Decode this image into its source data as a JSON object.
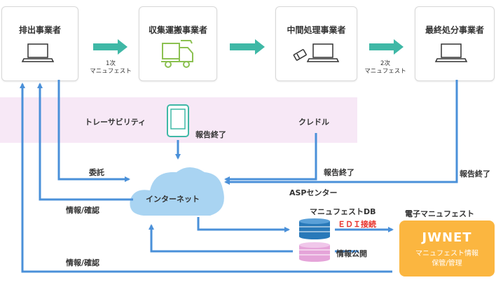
{
  "actors": {
    "emitter": "排出事業者",
    "collector": "収集運搬事業者",
    "intermediate": "中間処理事業者",
    "final": "最終処分事業者"
  },
  "flow_labels": {
    "first_manifest": "1次\nマニュフェスト",
    "second_manifest": "2次\nマニュフェスト"
  },
  "traceability": "トレーサビリティ",
  "credle": "クレドル",
  "labels": {
    "report_done_1": "報告終了",
    "report_done_2": "報告終了",
    "report_done_3": "報告終了",
    "entrust": "委託",
    "info_confirm_1": "情報/確認",
    "info_confirm_2": "情報/確認",
    "internet": "インターネット",
    "asp_center": "ASPセンター",
    "manifest_db": "マニュフェストDB",
    "edi": "ＥＤＩ接続",
    "info_public": "情報公開",
    "e_manifest": "電子マニュフェスト"
  },
  "jwnet": {
    "title": "JWNET",
    "line1": "マニュフェスト情報",
    "line2": "保管/管理"
  },
  "colors": {
    "arrow_blue": "#4a90d9",
    "flow_teal": "#3fb8a6",
    "truck_green": "#8cc152",
    "jwnet_orange": "#fbb640",
    "edi_red": "#e8322b",
    "band_pink": "#f7e8f6",
    "db_blue": "#2979b9",
    "db_pink": "#e5a4d9"
  },
  "icons": [
    "laptop-icon",
    "truck-icon",
    "laptop-with-device-icon",
    "tablet-icon",
    "cloud-icon",
    "database-icon"
  ]
}
